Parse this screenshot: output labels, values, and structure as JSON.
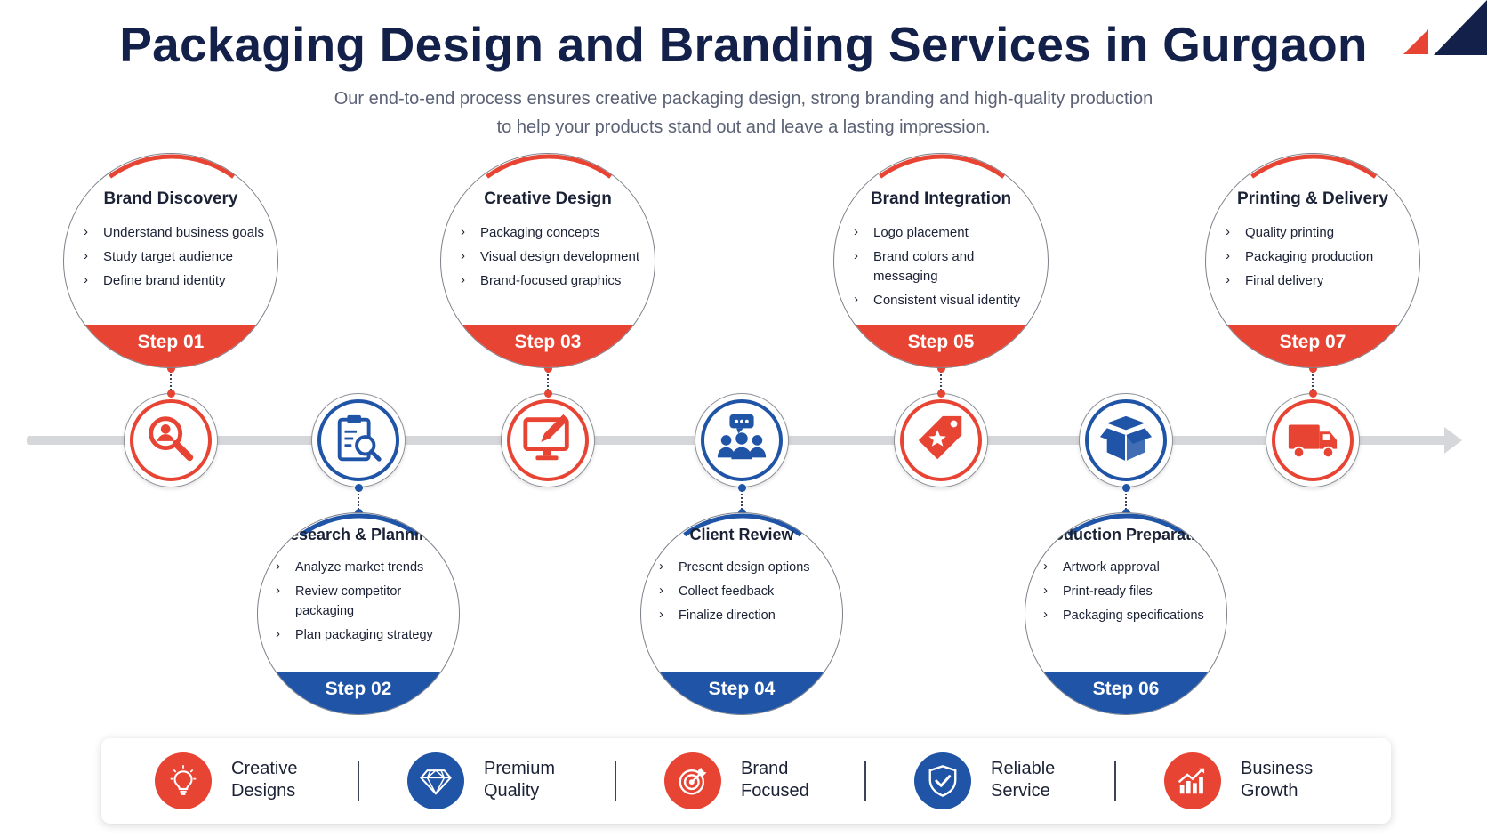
{
  "header": {
    "title": "Packaging Design and Branding Services in Gurgaon",
    "subtitle_line1": "Our end-to-end process ensures creative packaging design, strong branding and high-quality production",
    "subtitle_line2": "to help your products stand out and leave a lasting impression."
  },
  "colors": {
    "red": "#e84434",
    "blue": "#1f54a6",
    "navy": "#13204a",
    "axis": "#d6d7da"
  },
  "steps": [
    {
      "step": "Step 01",
      "title": "Brand Discovery",
      "color": "red",
      "icon": "search-user-icon",
      "items": [
        "Understand business goals",
        "Study target audience",
        "Define brand identity"
      ]
    },
    {
      "step": "Step 02",
      "title": "Research & Planning",
      "color": "blue",
      "icon": "clipboard-search-icon",
      "items": [
        "Analyze market trends",
        "Review competitor packaging",
        "Plan packaging strategy"
      ]
    },
    {
      "step": "Step 03",
      "title": "Creative Design",
      "color": "red",
      "icon": "monitor-pen-icon",
      "items": [
        "Packaging concepts",
        "Visual design development",
        "Brand-focused graphics"
      ]
    },
    {
      "step": "Step 04",
      "title": "Client Review",
      "color": "blue",
      "icon": "team-chat-icon",
      "items": [
        "Present design options",
        "Collect feedback",
        "Finalize direction"
      ]
    },
    {
      "step": "Step 05",
      "title": "Brand Integration",
      "color": "red",
      "icon": "tag-star-icon",
      "items": [
        "Logo placement",
        "Brand colors and messaging",
        "Consistent visual identity"
      ]
    },
    {
      "step": "Step 06",
      "title": "Production Preparation",
      "color": "blue",
      "icon": "open-box-icon",
      "items": [
        "Artwork approval",
        "Print-ready files",
        "Packaging specifications"
      ]
    },
    {
      "step": "Step 07",
      "title": "Printing & Delivery",
      "color": "red",
      "icon": "delivery-truck-icon",
      "items": [
        "Quality printing",
        "Packaging production",
        "Final delivery"
      ]
    }
  ],
  "features": [
    {
      "line1": "Creative",
      "line2": "Designs",
      "icon": "lightbulb-icon",
      "color": "red"
    },
    {
      "line1": "Premium",
      "line2": "Quality",
      "icon": "diamond-icon",
      "color": "blue"
    },
    {
      "line1": "Brand",
      "line2": "Focused",
      "icon": "target-icon",
      "color": "red"
    },
    {
      "line1": "Reliable",
      "line2": "Service",
      "icon": "shield-check-icon",
      "color": "blue"
    },
    {
      "line1": "Business",
      "line2": "Growth",
      "icon": "growth-chart-icon",
      "color": "red"
    }
  ]
}
